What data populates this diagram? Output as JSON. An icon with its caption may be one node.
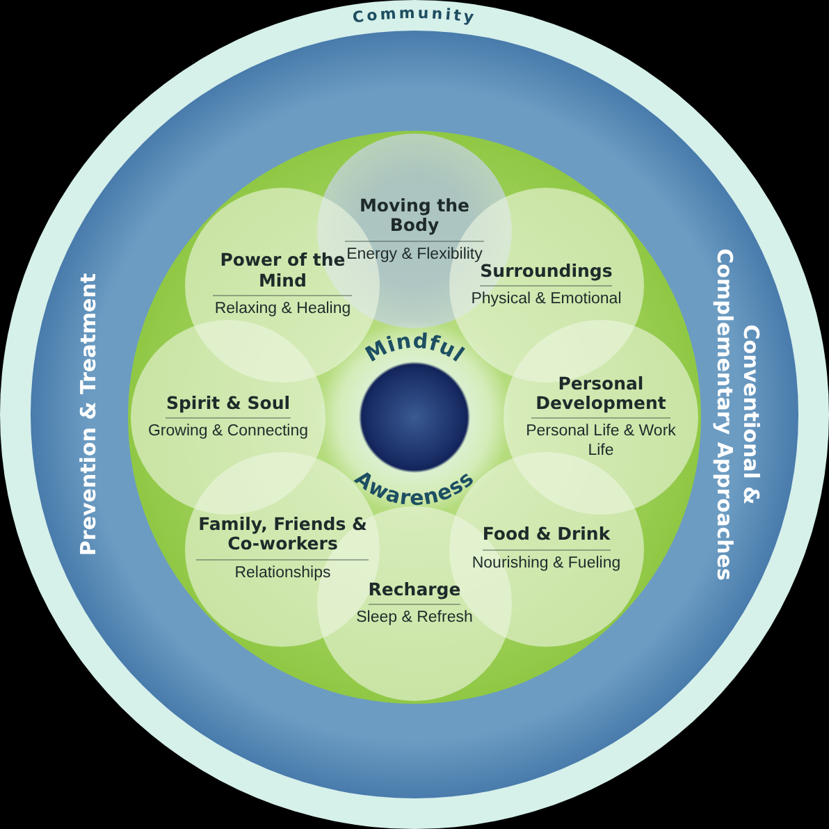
{
  "diagram": {
    "nodes": [
      {
        "text": [
          "Community"
        ]
      },
      {
        "text": [
          "Prevention & Treatment",
          "Conventional & Complementary Approaches"
        ],
        "in": 0
      },
      {
        "text": [],
        "shape": "circle",
        "in": 1
      },
      {
        "text": [
          "Moving the Body",
          "Energy & Flexibility"
        ],
        "in": 2
      },
      {
        "text": [
          "Power of the Mind",
          "Relaxing & Healing"
        ],
        "in": 2
      },
      {
        "text": [
          "Surroundings",
          "Physical & Emotional"
        ],
        "in": 2
      },
      {
        "text": [
          "Spirit & Soul",
          "Growing & Connecting"
        ],
        "in": 2
      },
      {
        "text": [
          "Personal Development",
          "Personal Life & Work Life"
        ],
        "in": 2
      },
      {
        "text": [
          "Family, Friends & Co-workers",
          "Relationships"
        ],
        "in": 2
      },
      {
        "text": [
          "Food & Drink",
          "Nourishing & Fueling"
        ],
        "in": 2
      },
      {
        "text": [
          "Recharge",
          "Sleep & Refresh"
        ],
        "in": 2
      },
      {
        "text": [
          "Mindful Awareness"
        ],
        "in": 2
      }
    ]
  }
}
